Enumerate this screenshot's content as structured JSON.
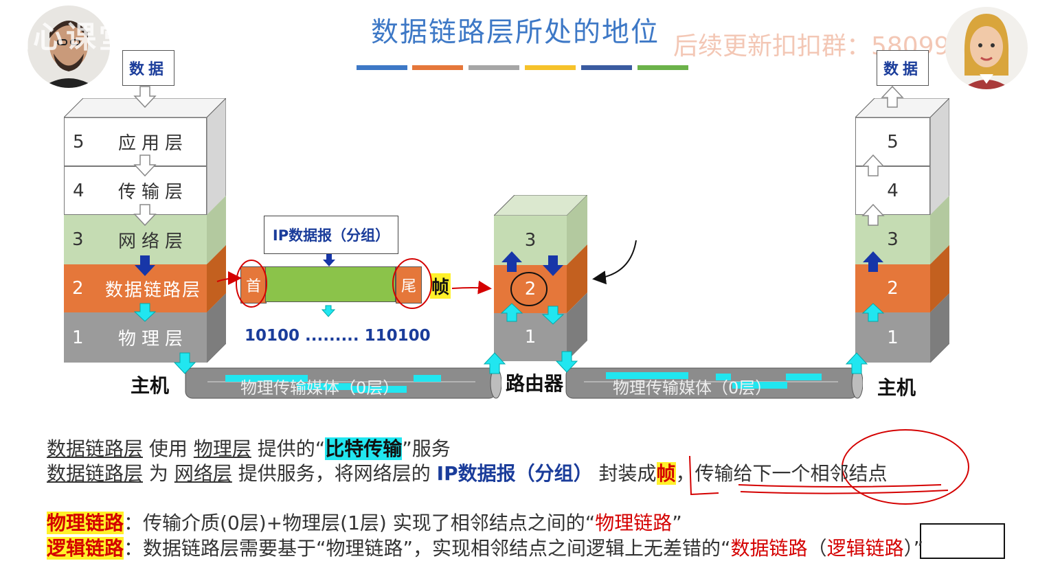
{
  "title": "数据链路层所处的地位",
  "watermark": "后续更新扣扣群：580992910",
  "logo_text": "知心课堂",
  "left_host": {
    "data_label": "数据",
    "layers": [
      {
        "num": "5",
        "name": "应用层"
      },
      {
        "num": "4",
        "name": "传输层"
      },
      {
        "num": "3",
        "name": "网络层"
      },
      {
        "num": "2",
        "name": "数据链路层"
      },
      {
        "num": "1",
        "name": "物理层"
      }
    ],
    "label": "主机"
  },
  "router": {
    "layers": [
      "3",
      "2",
      "1"
    ],
    "label": "路由器"
  },
  "right_host": {
    "data_label": "数据",
    "layers": [
      "5",
      "4",
      "3",
      "2",
      "1"
    ],
    "label": "主机"
  },
  "frame": {
    "packet_label": "IP数据报（分组）",
    "head": "首",
    "tail": "尾",
    "frame_label": "帧",
    "bits": "10100 ......... 110100"
  },
  "medium": {
    "left": "物理传输媒体（0层）",
    "right": "物理传输媒体（0层）"
  },
  "text": {
    "line1": {
      "a": "数据链路层",
      "b": " 使用 ",
      "c": "物理层",
      "d": " 提供的“",
      "e": "比特传输",
      "f": "”服务"
    },
    "line2": {
      "a": "数据链路层",
      "b": " 为 ",
      "c": "网络层",
      "d": " 提供服务，将网络层的 ",
      "e": "IP数据报（分组）",
      "f": " 封装成",
      "g": "帧",
      "h": "，传输给下一个相邻结点"
    },
    "line3": {
      "label": "物理链路",
      "rest": "：传输介质(0层)+物理层(1层) 实现了相邻结点之间的“",
      "red": "物理链路",
      "end": "”"
    },
    "line4": {
      "label": "逻辑链路",
      "rest": "：数据链路层需要基于“物理链路”，实现相邻结点之间逻辑上无差错的“",
      "red1": "数据链路",
      "mid": "（",
      "red2": "逻辑链路",
      "end": "）”"
    }
  },
  "colors": {
    "blue": "#3d78c6",
    "orange": "#e5773a",
    "gray": "#a6a6a6",
    "yellow": "#f6c22a",
    "navy": "#3a5ba0",
    "green": "#6cb24a",
    "layer_green": "#c5dcb3",
    "layer_orange": "#e5773a",
    "layer_gray": "#9b9b9b"
  }
}
